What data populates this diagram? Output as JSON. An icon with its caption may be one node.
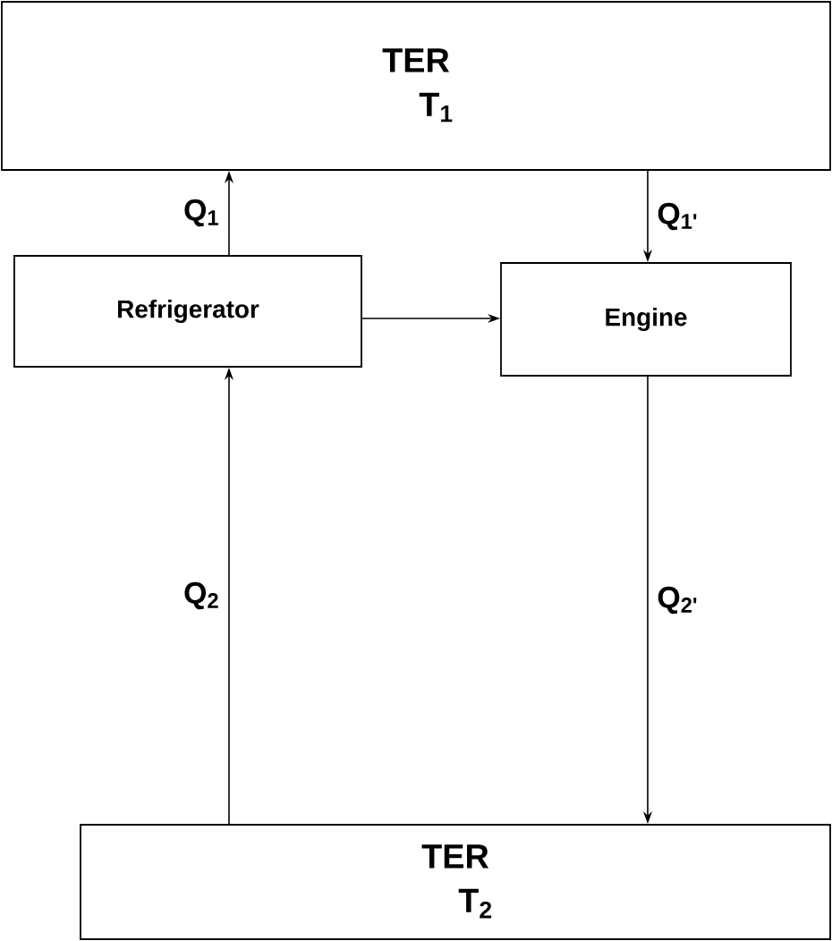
{
  "diagram": {
    "nodes": [
      {
        "text": [
          "TER",
          "T$_{1}$"
        ]
      },
      {
        "text": [
          "Refrigerator"
        ]
      },
      {
        "text": [
          "Engine"
        ]
      },
      {
        "text": [
          "TER",
          "T$_{2}$"
        ]
      }
    ],
    "edges": [
      {
        "from": 1,
        "to": 0,
        "arrow": "to",
        "label": "Q$_{1}$"
      },
      {
        "from": 0,
        "to": 2,
        "arrow": "to",
        "label": "Q$_{1'}$"
      },
      {
        "from": 1,
        "to": 2,
        "arrow": "to"
      },
      {
        "from": 2,
        "to": 3,
        "arrow": "to",
        "label": "Q$_{2'}$"
      },
      {
        "from": 3,
        "to": 1,
        "arrow": "to",
        "label": "Q$_{2}$"
      }
    ]
  }
}
